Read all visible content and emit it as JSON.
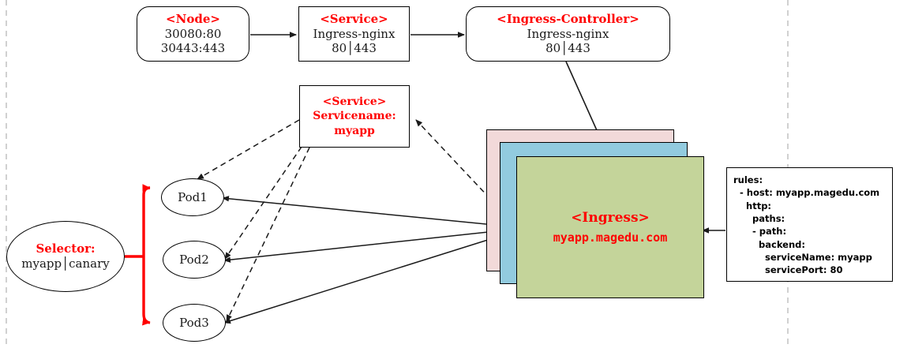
{
  "diagram": {
    "title_hidden": "Kubernetes Ingress traffic flow",
    "colors": {
      "accent_red": "#ff0000",
      "card_back_pink": "#f2d9d9",
      "card_mid_blue": "#92cbdf",
      "card_front_green": "#c4d49a",
      "line_black": "#1a1a1a",
      "guide_gray": "#bdbdbd"
    }
  },
  "node_box": {
    "title": "<Node>",
    "line1": "30080:80",
    "line2": "30443:443"
  },
  "service_nginx_box": {
    "title": "<Service>",
    "line1": "Ingress-nginx",
    "line2": "80│443"
  },
  "ingress_controller_box": {
    "title": "<Ingress-Controller>",
    "line1": "Ingress-nginx",
    "line2": "80│443"
  },
  "service_myapp_box": {
    "title": "<Service>",
    "line1": "Servicename:",
    "line2": "myapp"
  },
  "selector_box": {
    "title": "Selector:",
    "line1": "myapp│canary"
  },
  "pods": [
    {
      "label": "Pod1"
    },
    {
      "label": "Pod2"
    },
    {
      "label": "Pod3"
    }
  ],
  "ingress_card": {
    "title": "<Ingress>",
    "host": "myapp.magedu.com"
  },
  "rules_box": {
    "lines": [
      "rules:",
      "  - host: myapp.magedu.com",
      "    http:",
      "      paths:",
      "      - path:",
      "        backend:",
      "          serviceName: myapp",
      "          servicePort: 80"
    ]
  }
}
